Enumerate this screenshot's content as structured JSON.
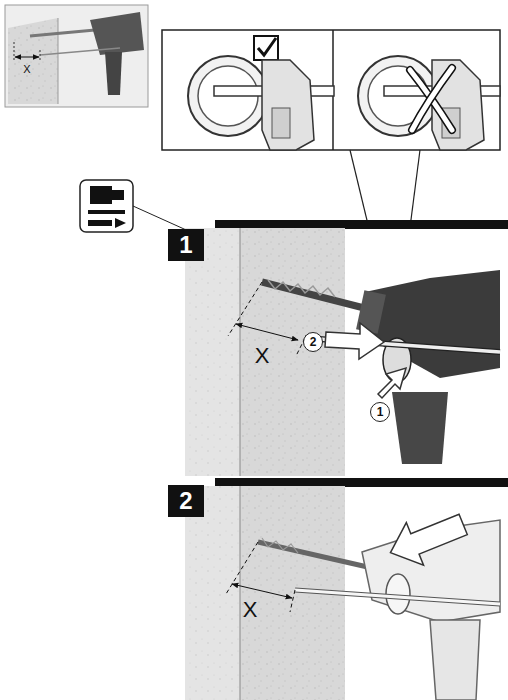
{
  "diagram": {
    "nodes": [
      {
        "text": [
          "1"
        ]
      },
      {
        "text": [
          "2"
        ]
      },
      {
        "text": [
          "1"
        ]
      },
      {
        "text": [
          "2"
        ]
      }
    ],
    "labels": [
      "X",
      "X",
      "X"
    ]
  }
}
